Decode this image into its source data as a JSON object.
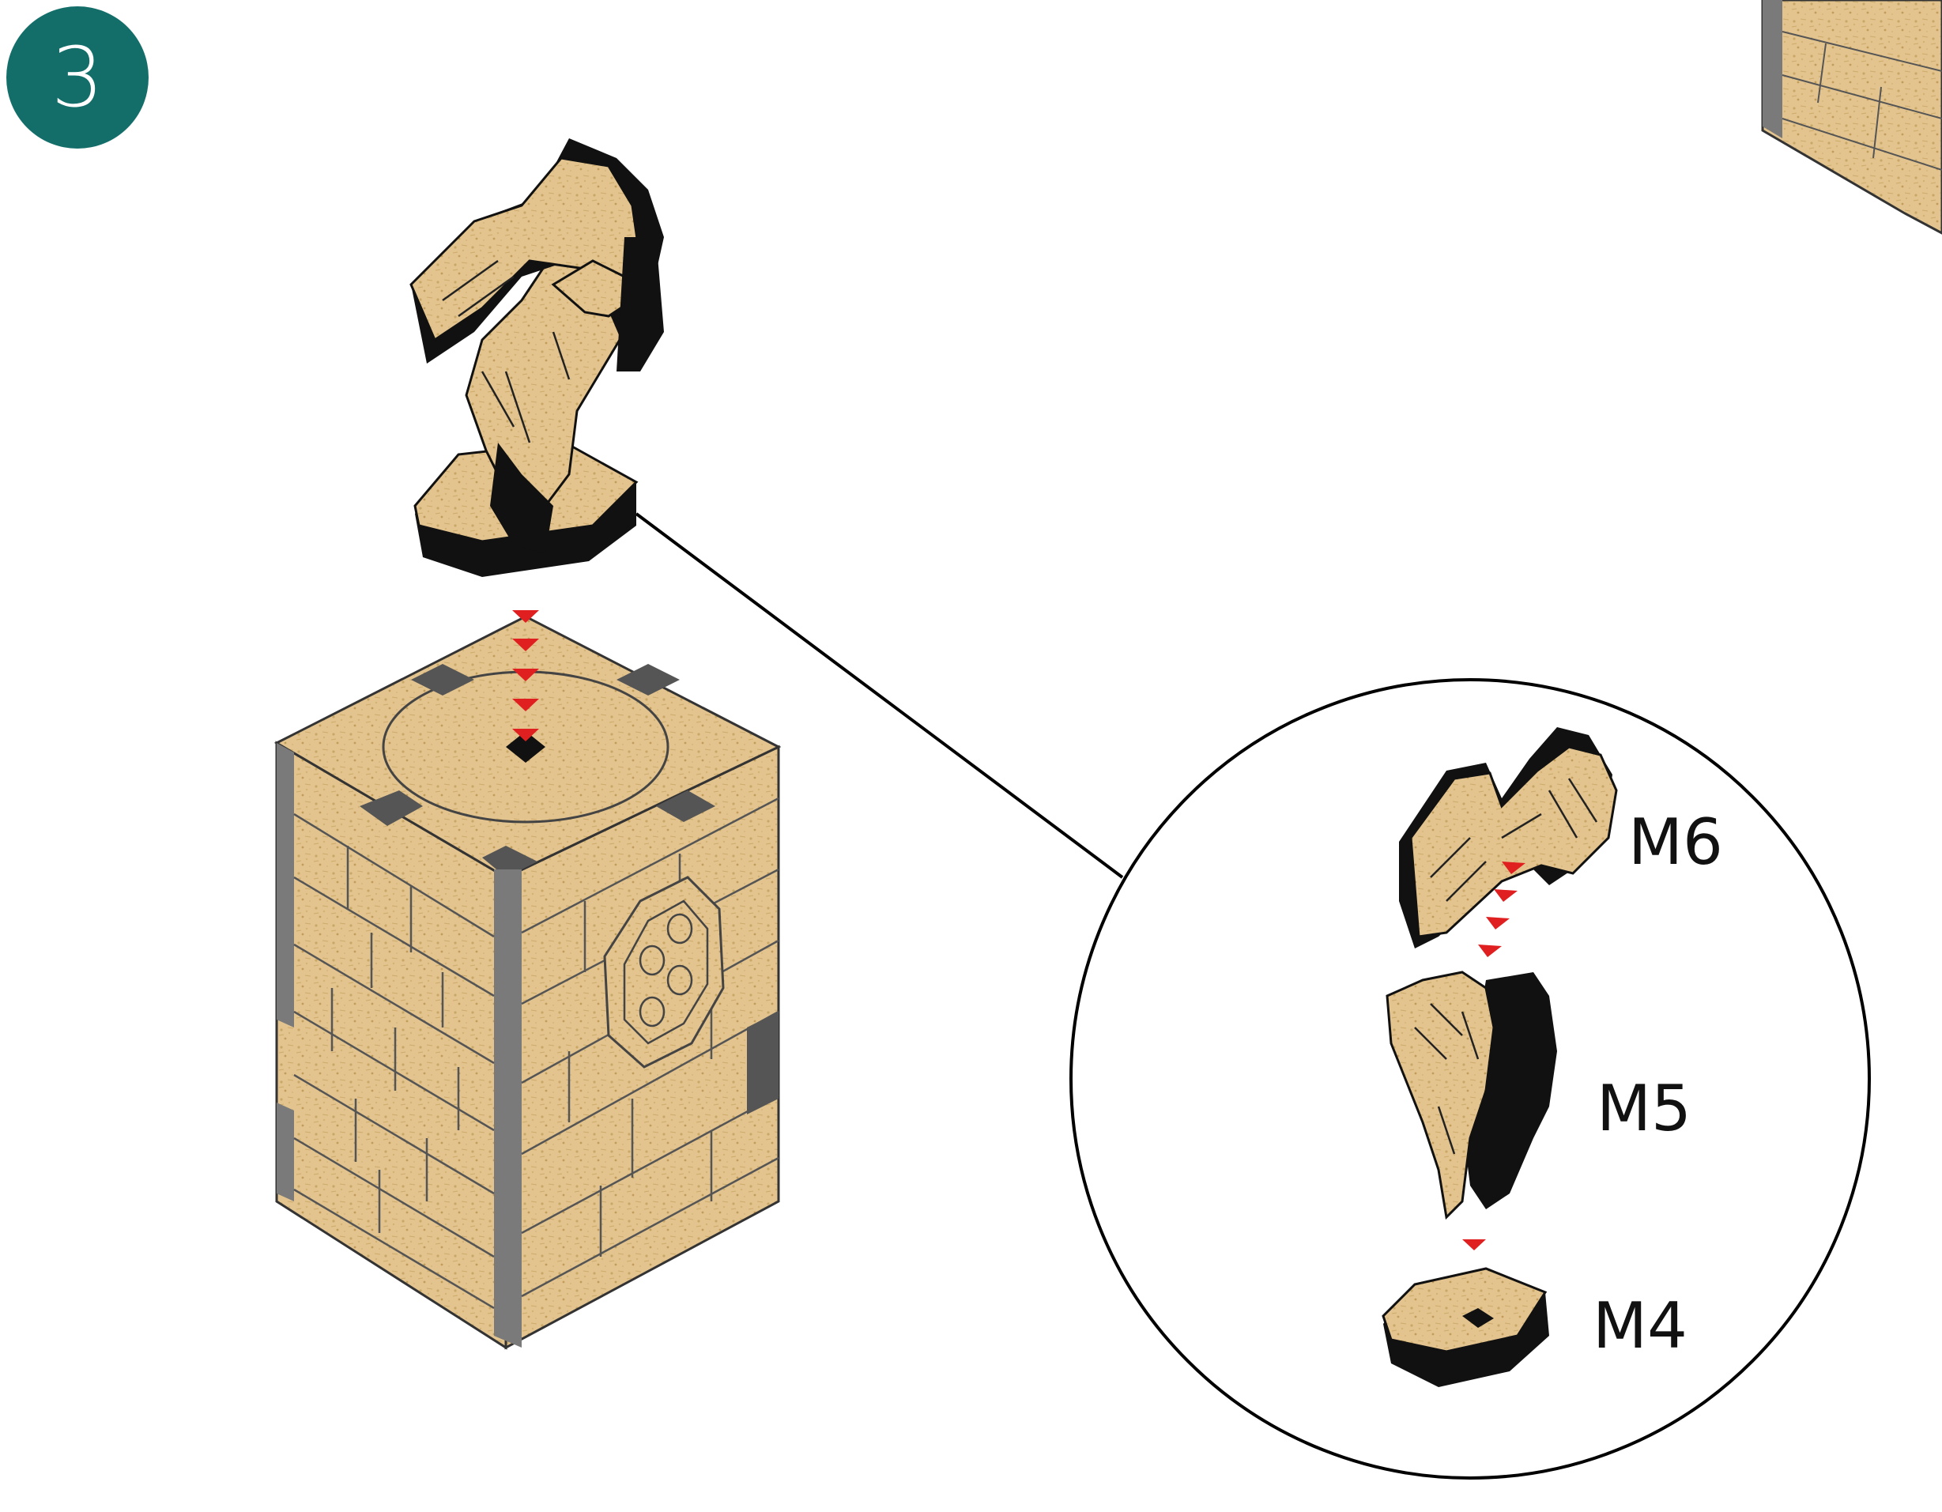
{
  "step": {
    "number": "3",
    "badge_color": "#136e6a"
  },
  "parts": {
    "top": "M6",
    "middle": "M5",
    "base": "M4"
  },
  "colors": {
    "wood": "#e3c48e",
    "wood_dark": "#c9a867",
    "edge": "#111111",
    "tower_side": "#7a7a7a",
    "arrow": "#e02020",
    "outline": "#000000"
  },
  "icons": {
    "step_badge": "step-number-badge",
    "assembly_arrow": "red-down-triangle-arrows"
  }
}
